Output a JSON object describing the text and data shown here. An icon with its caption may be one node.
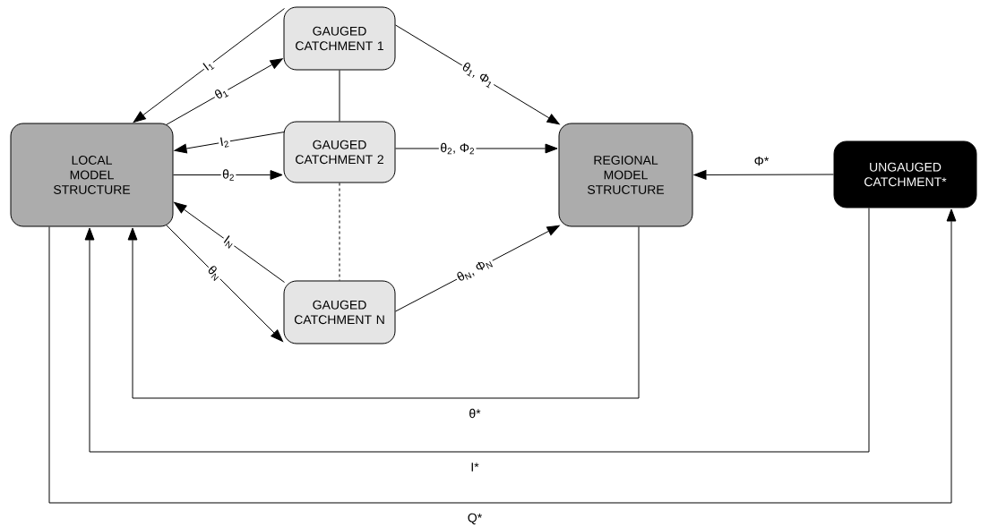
{
  "diagram": {
    "nodes": [
      {
        "text": [
          "LOCAL MODEL STRUCTURE"
        ]
      },
      {
        "text": [
          "GAUGED CATCHMENT 1"
        ]
      },
      {
        "text": [
          "GAUGED CATCHMENT 2"
        ]
      },
      {
        "text": [
          "GAUGED CATCHMENT N"
        ]
      },
      {
        "text": [
          "REGIONAL MODEL STRUCTURE"
        ]
      },
      {
        "text": [
          "UNGAUGED CATCHMENT*"
        ]
      }
    ],
    "edges": [
      {
        "from": 1,
        "to": 0,
        "arrow": "to",
        "label": "I$_{1}$"
      },
      {
        "from": 0,
        "to": 1,
        "arrow": "to",
        "label": "θ$_{1}$"
      },
      {
        "from": 2,
        "to": 0,
        "arrow": "to",
        "label": "I$_{2}$"
      },
      {
        "from": 0,
        "to": 2,
        "arrow": "to",
        "label": "θ$_{2}$"
      },
      {
        "from": 3,
        "to": 0,
        "arrow": "to",
        "label": "I$_{N}$"
      },
      {
        "from": 0,
        "to": 3,
        "arrow": "to",
        "label": "θ$_{N}$"
      },
      {
        "from": 1,
        "to": 4,
        "arrow": "to",
        "label": "θ$_{1}$, Φ$_{1}$"
      },
      {
        "from": 2,
        "to": 4,
        "arrow": "to",
        "label": "θ$_{2}$, Φ$_{2}$"
      },
      {
        "from": 3,
        "to": 4,
        "arrow": "to",
        "label": "θ$_{N}$, Φ$_{N}$"
      },
      {
        "from": 5,
        "to": 4,
        "arrow": "to",
        "label": "Φ*"
      },
      {
        "from": 1,
        "to": 2,
        "arrow": "none"
      },
      {
        "from": 2,
        "to": 3,
        "arrow": "none",
        "style": "dashed"
      },
      {
        "from": 4,
        "to": 0,
        "arrow": "to",
        "label": "θ*"
      },
      {
        "from": 5,
        "to": 0,
        "arrow": "to",
        "label": "I*"
      },
      {
        "from": 0,
        "to": 5,
        "arrow": "to",
        "label": "Q*"
      }
    ]
  }
}
